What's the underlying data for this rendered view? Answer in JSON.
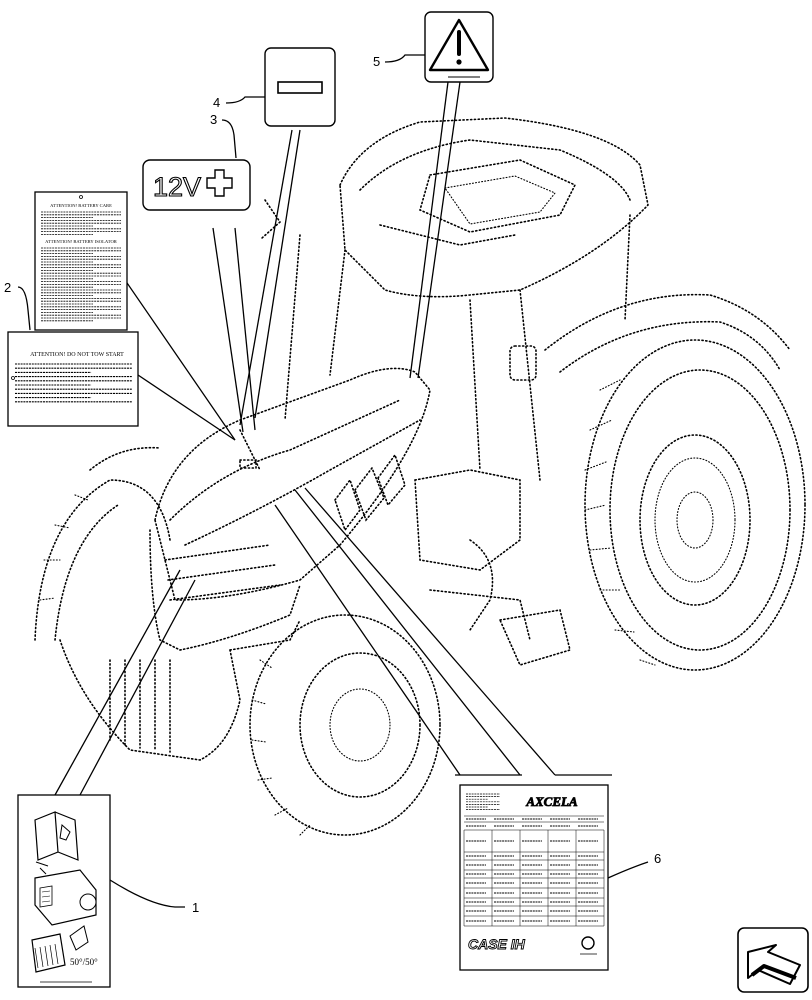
{
  "callouts": [
    {
      "number": "1"
    },
    {
      "number": "2"
    },
    {
      "number": "3"
    },
    {
      "number": "4"
    },
    {
      "number": "5"
    },
    {
      "number": "6"
    }
  ],
  "decals": {
    "battery_plus_text": "12V",
    "battery_care_heading_1": "ATTENTION! BATTERY CARE",
    "battery_care_heading_2": "ATTENTION! BATTERY ISOLATOR",
    "tow_start_heading": "ATTENTION! DO NOT TOW START",
    "model_brand": "AXCELA",
    "brand_logo": "CASE IH"
  },
  "navigation": {
    "icon": "arrow-icon"
  }
}
